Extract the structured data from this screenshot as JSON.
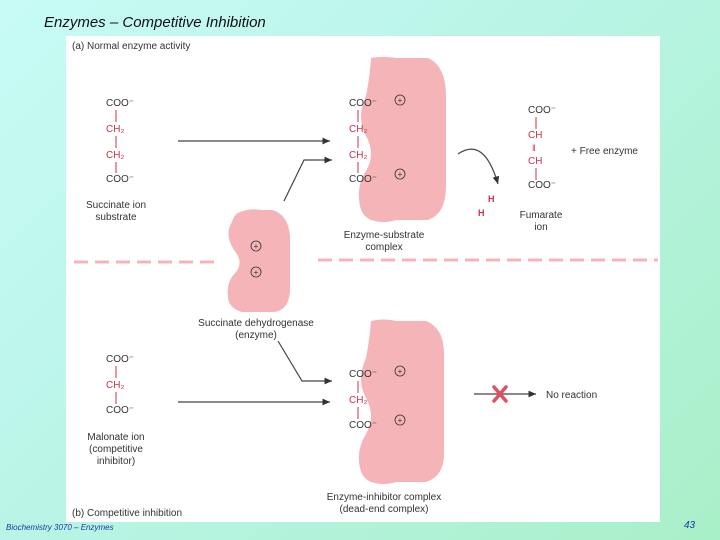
{
  "slide": {
    "title": "Enzymes – Competitive Inhibition",
    "footer": "Biochemistry 3070 – Enzymes",
    "page_number": "43"
  },
  "colors": {
    "enzyme": "#f4b4b8",
    "cross": "#e05060",
    "text": "#333333",
    "ch2": "#d0304a"
  },
  "diagram": {
    "part_a": "(a) Normal enzyme activity",
    "part_b": "(b) Competitive inhibition",
    "succinate": {
      "coo_top": "COO⁻",
      "ch2_a": "CH₂",
      "ch2_b": "CH₂",
      "coo_bottom": "COO⁻",
      "label_1": "Succinate ion",
      "label_2": "substrate"
    },
    "es_complex": {
      "coo_top": "COO⁻",
      "ch2_a": "CH₂",
      "ch2_b": "CH₂",
      "coo_bottom": "COO⁻",
      "label_1": "Enzyme-substrate",
      "label_2": "complex"
    },
    "fumarate": {
      "coo_top": "COO⁻",
      "ch_a": "CH",
      "double_bond": "‖",
      "ch_b": "CH",
      "coo_bottom": "COO⁻",
      "label_1": "Fumarate",
      "label_2": "ion"
    },
    "hydrogens": {
      "h1": "H",
      "h2": "H"
    },
    "free_enzyme": "+ Free enzyme",
    "enzyme": {
      "label_1": "Succinate dehydrogenase",
      "label_2": "(enzyme)"
    },
    "plus_sign": "+",
    "malonate": {
      "coo_top": "COO⁻",
      "ch2": "CH₂",
      "coo_bottom": "COO⁻",
      "label_1": "Malonate ion",
      "label_2": "(competitive",
      "label_3": "inhibitor)"
    },
    "ei_complex": {
      "coo_top": "COO⁻",
      "ch2": "CH₂",
      "coo_bottom": "COO⁻",
      "label_1": "Enzyme-inhibitor complex",
      "label_2": "(dead-end complex)"
    },
    "no_reaction": "No reaction"
  }
}
